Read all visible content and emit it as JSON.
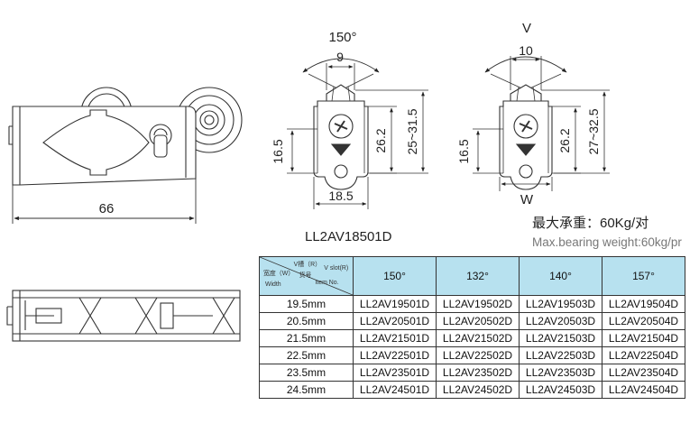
{
  "drawing_left": {
    "width_dim": "66"
  },
  "drawing_middle": {
    "angle": "150°",
    "top_dim": "9",
    "height_dim_a": "16.5",
    "height_dim_b": "26.2",
    "height_dim_c": "25~31.5",
    "width_dim": "18.5",
    "model": "LL2AV18501D"
  },
  "drawing_right": {
    "angle": "V",
    "top_dim": "10",
    "height_dim_a": "16.5",
    "height_dim_b": "26.2",
    "height_dim_c": "27~32.5",
    "width_label": "W"
  },
  "bearing": {
    "cn": "最大承重：60Kg/对",
    "en": "Max.bearing weight:60kg/pr"
  },
  "table": {
    "corner": {
      "vslot_cn": "V槽（R）",
      "vslot_en": "V slot(R)",
      "item_cn": "货号",
      "item_en": "Item No.",
      "width_cn": "宽度（W）",
      "width_en": "Width"
    },
    "headers": [
      "150°",
      "132°",
      "140°",
      "157°"
    ],
    "rows": [
      {
        "w": "19.5mm",
        "c": [
          "LL2AV19501D",
          "LL2AV19502D",
          "LL2AV19503D",
          "LL2AV19504D"
        ]
      },
      {
        "w": "20.5mm",
        "c": [
          "LL2AV20501D",
          "LL2AV20502D",
          "LL2AV20503D",
          "LL2AV20504D"
        ]
      },
      {
        "w": "21.5mm",
        "c": [
          "LL2AV21501D",
          "LL2AV21502D",
          "LL2AV21503D",
          "LL2AV21504D"
        ]
      },
      {
        "w": "22.5mm",
        "c": [
          "LL2AV22501D",
          "LL2AV22502D",
          "LL2AV22503D",
          "LL2AV22504D"
        ]
      },
      {
        "w": "23.5mm",
        "c": [
          "LL2AV23501D",
          "LL2AV23502D",
          "LL2AV23503D",
          "LL2AV23504D"
        ]
      },
      {
        "w": "24.5mm",
        "c": [
          "LL2AV24501D",
          "LL2AV24502D",
          "LL2AV24503D",
          "LL2AV24504D"
        ]
      }
    ]
  }
}
